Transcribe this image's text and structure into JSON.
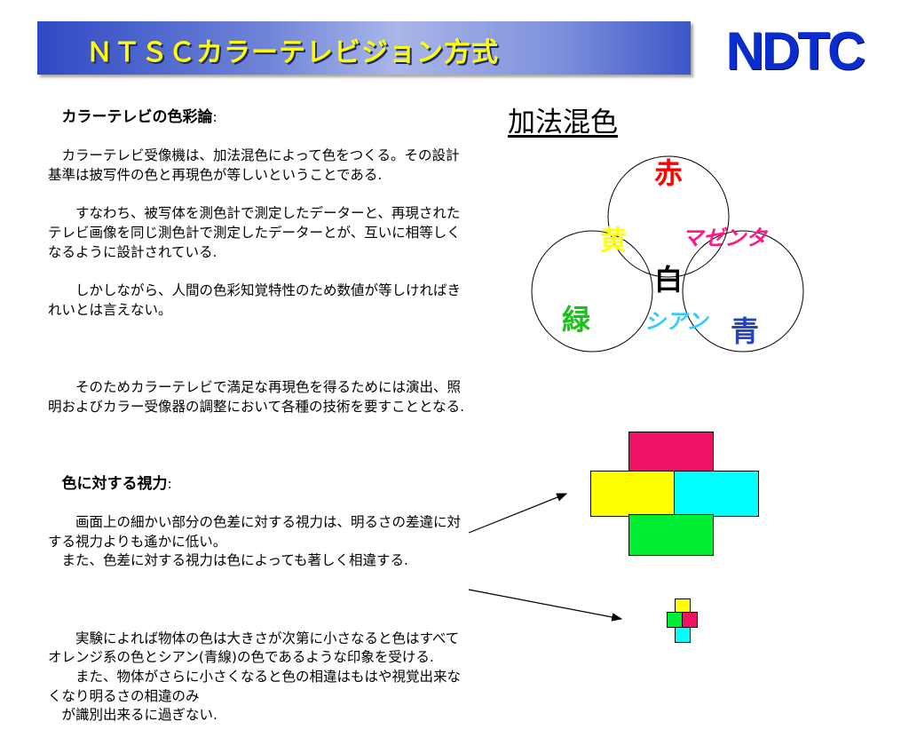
{
  "header": {
    "title": "ＮＴＳＣカラーテレビジョン方式",
    "logo": "NDTC"
  },
  "section1": {
    "heading": "カラーテレビの色彩論",
    "heading_colon": ":",
    "paragraphs": [
      "　カラーテレビ受像機は、加法混色によって色をつくる。その設計基準は披写件の色と再現色が等しいということである.",
      "　　すなわち、被写体を測色計で測定したデーターと、再現されたテレビ画像を同じ測色計で測定したデーターとが、互いに相等しくなるように設計されている.",
      "　　しかしながら、人間の色彩知覚特性のため数値が等しければきれいとは言えない。",
      "　　そのためカラーテレビで満足な再現色を得るためには演出、照明およびカラー受像器の調整において各種の技術を要すこととなる."
    ]
  },
  "section2": {
    "heading": "色に対する視力",
    "heading_colon": ":",
    "paragraphs": [
      "　　画面上の細かい部分の色差に対する視力は、明るさの差違に対する視力よりも遙かに低い。\n　また、色差に対する視力は色によっても著しく相違する.",
      "　　実験によれば物体の色は大きさが次第に小さなると色はすべてオレンジ系の色とシアン(青線)の色であるような印象を受ける.\n　　また、物体がさらに小さくなると色の相違はもはや視覚出来なくなり明るさの相違のみ\n　が識別出来るに過ぎない."
    ]
  },
  "venn": {
    "title": "加法混色",
    "labels": {
      "red": "赤",
      "yellow": "黄",
      "magenta": "マゼンタ",
      "white": "白",
      "green": "緑",
      "cyan": "シアン",
      "blue": "青"
    },
    "colors": {
      "red": "#ff0000",
      "yellow": "#ffff00",
      "magenta": "#ff1a8c",
      "white": "#000000",
      "green": "#19c219",
      "cyan": "#33ccff",
      "blue": "#2244cc"
    }
  },
  "blocks": {
    "colors": {
      "magenta": "#ee1166",
      "yellow": "#ffff00",
      "cyan": "#00ffff",
      "green": "#00ee33"
    }
  }
}
